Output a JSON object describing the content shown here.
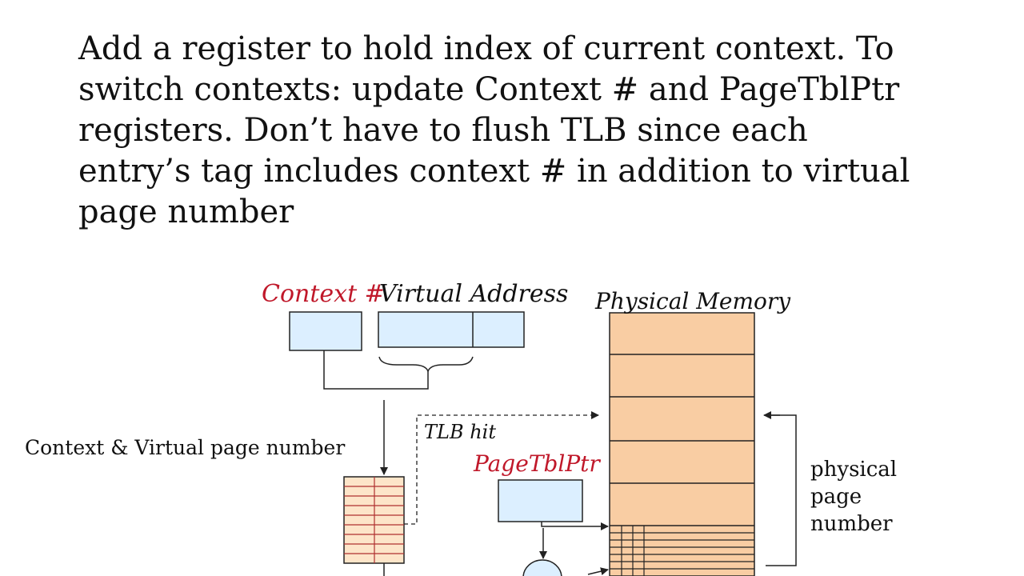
{
  "paragraph": {
    "lines": [
      "Add a register to hold index of current context. To",
      "switch contexts: update Context # and PageTblPtr",
      "registers.  Don’t have to flush TLB since each",
      "entry’s tag includes context # in addition to virtual",
      "page number"
    ]
  },
  "labels": {
    "context_num": "Context #",
    "virtual_address": "Virtual Address",
    "physical_memory": "Physical Memory",
    "ctx_vpn": "Context & Virtual page number",
    "tlb_hit": "TLB hit",
    "page_tbl_ptr": "PageTblPtr",
    "ppn_1": "physical",
    "ppn_2": "page",
    "ppn_3": "number"
  },
  "colors": {
    "register_fill": "#dcefff",
    "memory_fill": "#f9cda3",
    "tlb_fill": "#fde5c9",
    "tlb_line": "#b03030",
    "accent_red": "#c0182a",
    "stroke": "#222222"
  }
}
